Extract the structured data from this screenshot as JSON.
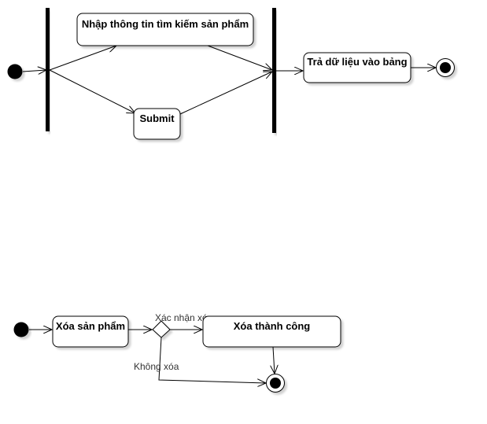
{
  "diagram1": {
    "actions": {
      "enter_search": "Nhập thông tin tìm kiếm sản phẩm",
      "submit": "Submit",
      "return_data": "Trả dữ liệu vào bảng"
    }
  },
  "diagram2": {
    "actions": {
      "delete_product": "Xóa sản phẩm",
      "delete_success": "Xóa thành công"
    },
    "edges": {
      "confirm": "Xác nhận xóa",
      "reject": "Không xóa"
    }
  }
}
